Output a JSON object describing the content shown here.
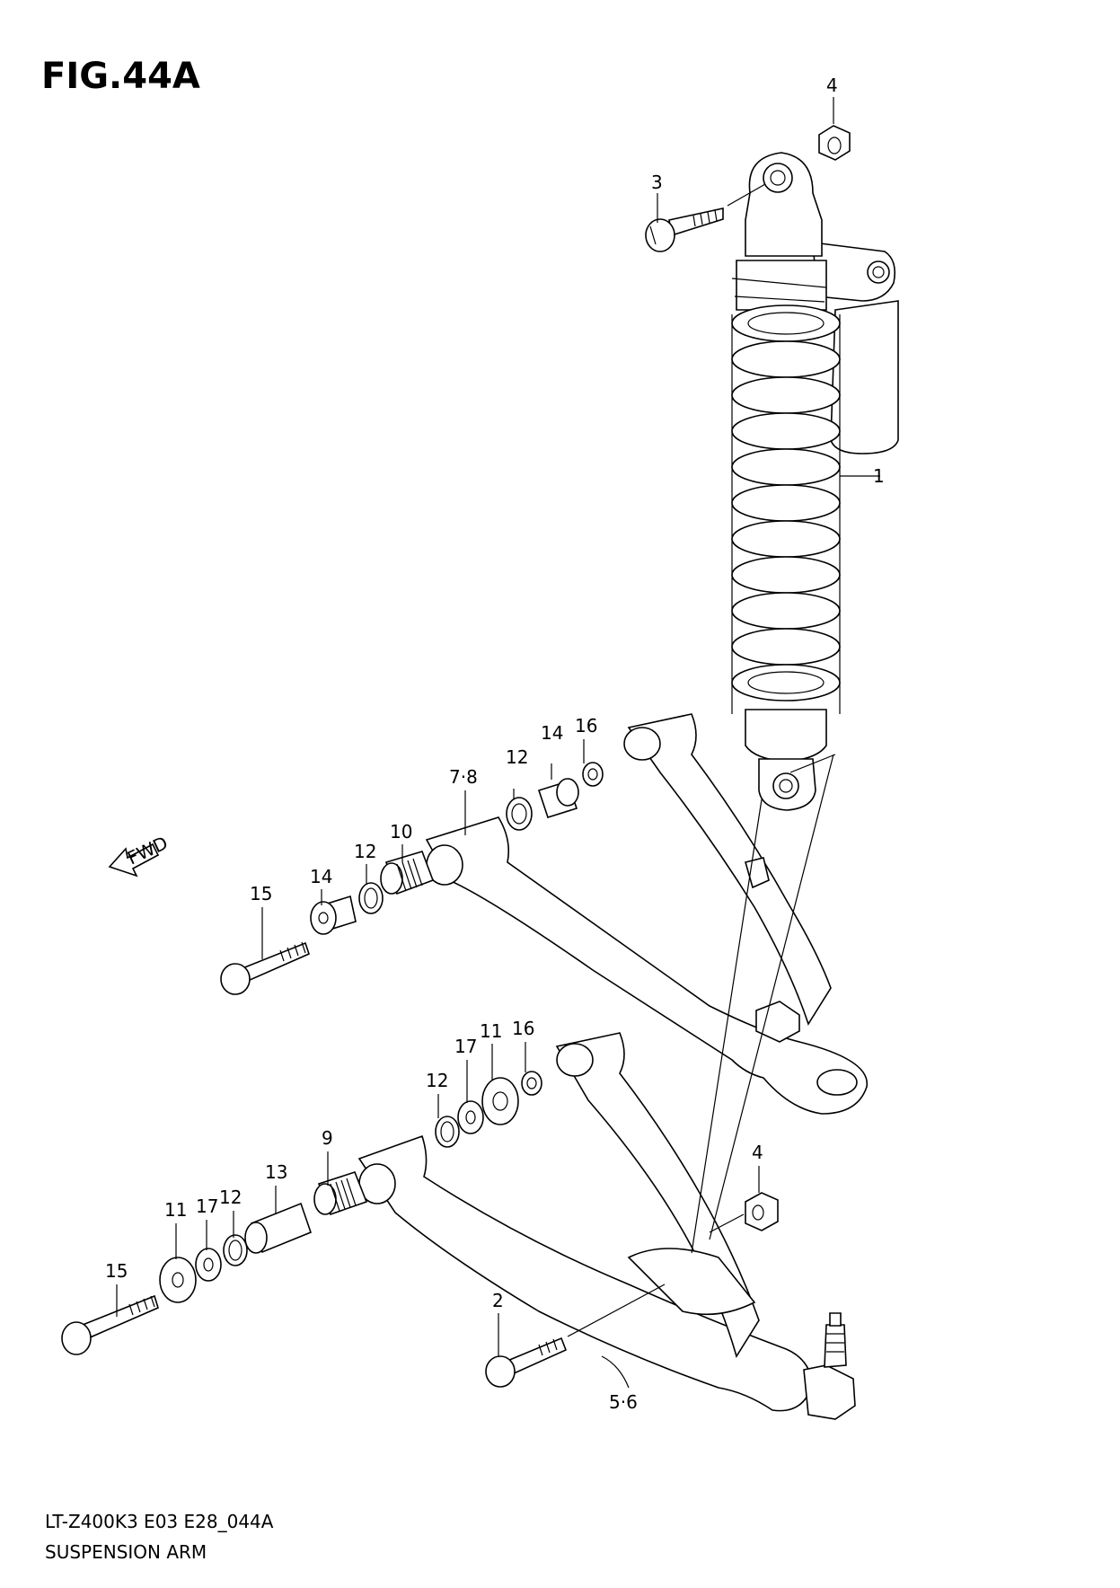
{
  "figure": {
    "title": "FIG.44A",
    "model_code": "LT-Z400K3 E03 E28_044A",
    "name": "SUSPENSION ARM",
    "fwd_label": "FWD"
  },
  "callouts": {
    "c1": "1",
    "c2": "2",
    "c3": "3",
    "c4_top": "4",
    "c4_bottom": "4",
    "c56": "5·6",
    "c78": "7·8",
    "c9": "9",
    "c10": "10",
    "c11_upper": "11",
    "c11_lower": "11",
    "c12_a": "12",
    "c12_b": "12",
    "c12_c": "12",
    "c12_d": "12",
    "c13": "13",
    "c14_a": "14",
    "c14_b": "14",
    "c15_a": "15",
    "c15_b": "15",
    "c16_a": "16",
    "c16_b": "16",
    "c17_a": "17",
    "c17_b": "17"
  }
}
